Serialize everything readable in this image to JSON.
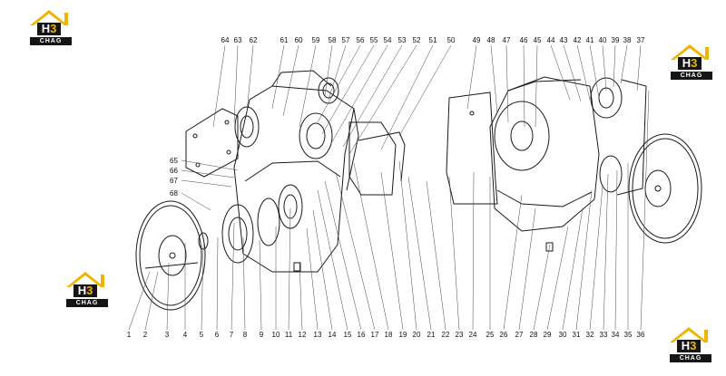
{
  "logo": {
    "letter": "H",
    "digit": "3",
    "brand": "CHAG",
    "colors": {
      "roof": "#f0b400",
      "dark": "#151515"
    }
  },
  "top_labels": [
    "64",
    "63",
    "62",
    "61",
    "60",
    "59",
    "58",
    "57",
    "56",
    "55",
    "54",
    "53",
    "52",
    "51",
    "50",
    "49",
    "48",
    "47",
    "46",
    "45",
    "44",
    "43",
    "42",
    "41",
    "40",
    "39",
    "38",
    "37"
  ],
  "side_labels": [
    "65",
    "66",
    "67",
    "68"
  ],
  "bottom_labels": [
    "1",
    "2",
    "3",
    "4",
    "5",
    "6",
    "7",
    "8",
    "9",
    "10",
    "11",
    "12",
    "13",
    "14",
    "15",
    "16",
    "17",
    "18",
    "19",
    "20",
    "21",
    "22",
    "23",
    "24",
    "25",
    "26",
    "27",
    "28",
    "29",
    "30",
    "31",
    "32",
    "33",
    "34",
    "35",
    "36"
  ]
}
